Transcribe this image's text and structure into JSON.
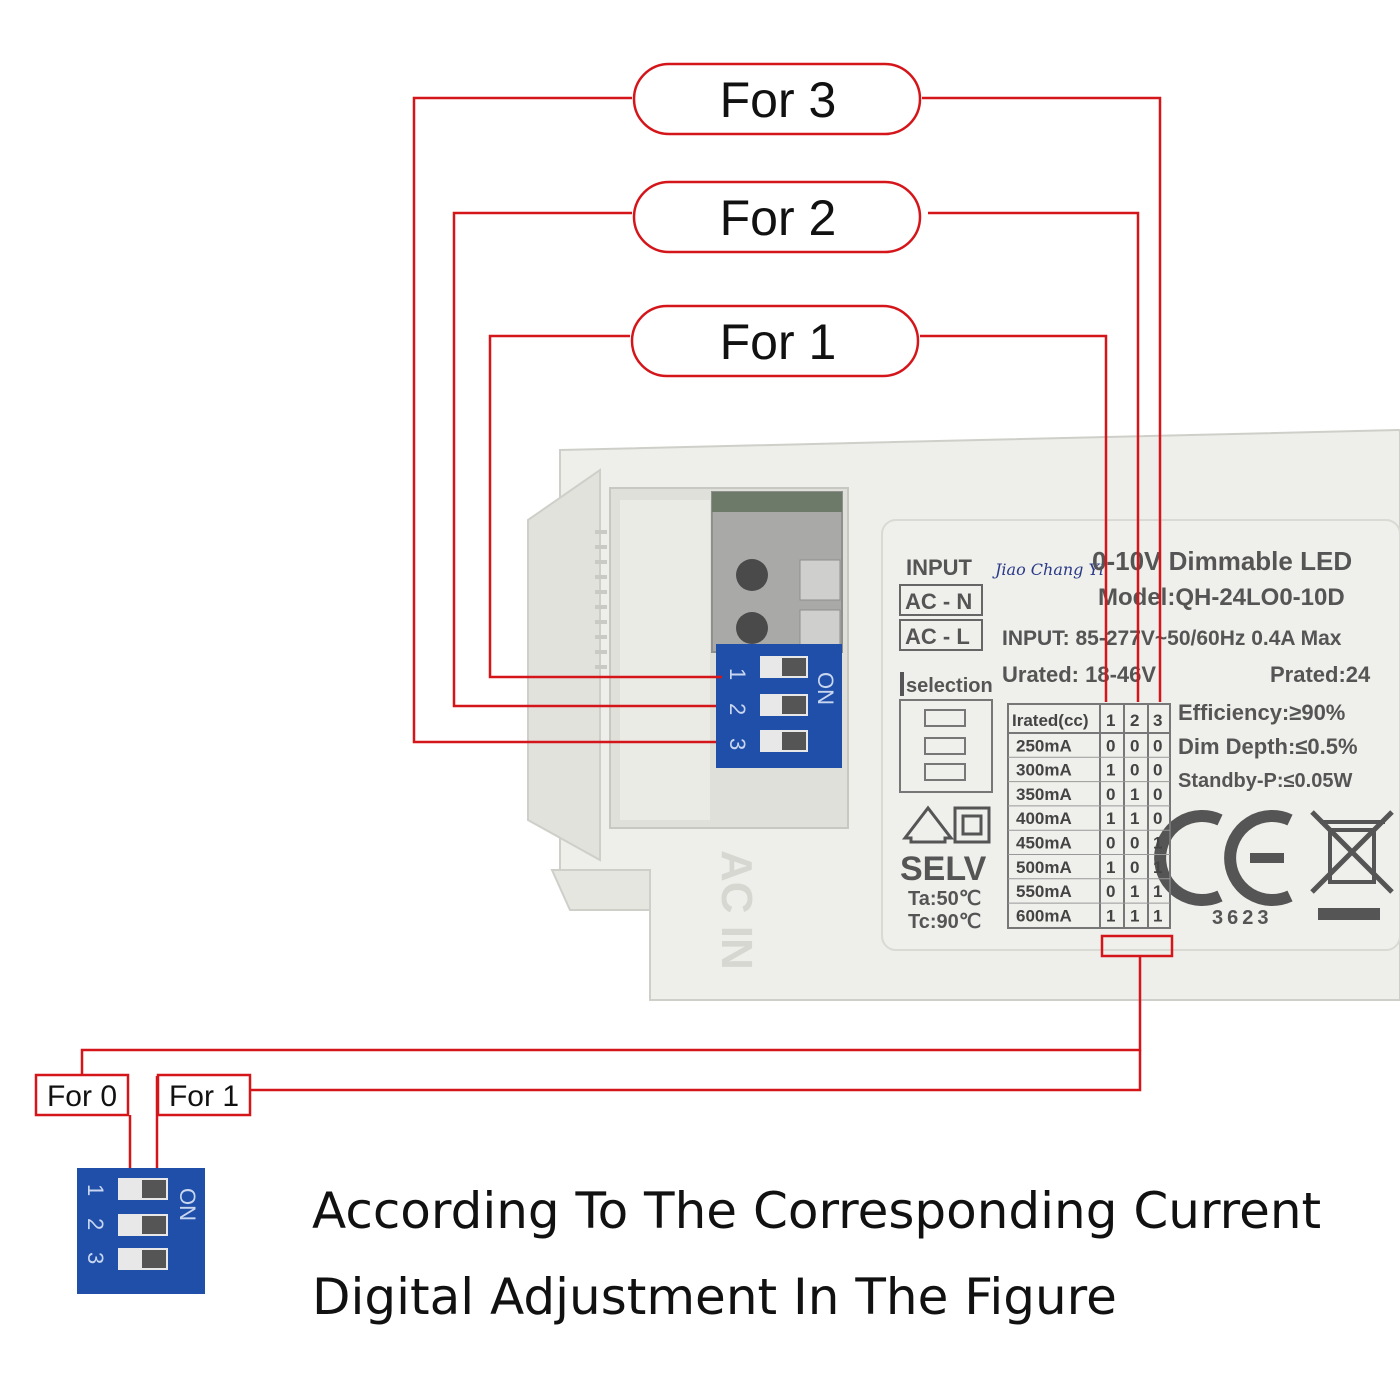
{
  "callouts": {
    "for3": "For 3",
    "for2": "For 2",
    "for1": "For 1",
    "for0_small": "For 0",
    "for1_small": "For 1"
  },
  "caption": {
    "line1": "According To The Corresponding Current",
    "line2": "Digital Adjustment In The Figure"
  },
  "label": {
    "input": "INPUT",
    "ac_n": "AC - N",
    "ac_l": "AC - L",
    "brand": "Jiao Chang Yi",
    "title": "0-10V Dimmable LED",
    "model": "Model:QH-24LO0-10D",
    "input_spec": "INPUT: 85-277V~50/60Hz 0.4A Max",
    "urated": "Urated: 18-46V",
    "prated": "Prated:24",
    "selection": "selection",
    "efficiency": "Efficiency:≥90%",
    "dim_depth": "Dim Depth:≤0.5%",
    "standby": "Standby-P:≤0.05W",
    "selv": "SELV",
    "ta": "Ta:50℃",
    "tc": "Tc:90℃",
    "cert_no": "3623",
    "ac_in": "AC IN",
    "dip_on": "ON"
  },
  "table": {
    "headers": [
      "Irated(cc)",
      "1",
      "2",
      "3"
    ],
    "rows": [
      [
        "250mA",
        "0",
        "0",
        "0"
      ],
      [
        "300mA",
        "1",
        "0",
        "0"
      ],
      [
        "350mA",
        "0",
        "1",
        "0"
      ],
      [
        "400mA",
        "1",
        "1",
        "0"
      ],
      [
        "450mA",
        "0",
        "0",
        "1"
      ],
      [
        "500mA",
        "1",
        "0",
        "1"
      ],
      [
        "550mA",
        "0",
        "1",
        "1"
      ],
      [
        "600mA",
        "1",
        "1",
        "1"
      ]
    ]
  },
  "dip": {
    "numbers": [
      "1",
      "2",
      "3"
    ]
  },
  "colors": {
    "callout_red": "#d4161b",
    "dip_blue": "#1f4fa8",
    "housing": "#eeeeea"
  }
}
